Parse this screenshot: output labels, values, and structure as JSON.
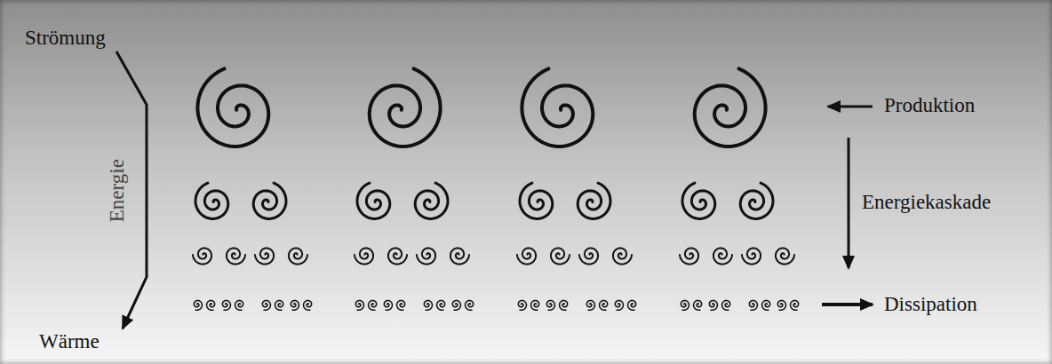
{
  "diagram": {
    "labels": [
      "Strömung",
      "Energie",
      "Wärme",
      "Produktion",
      "Energiekaskade",
      "Dissipation"
    ]
  }
}
